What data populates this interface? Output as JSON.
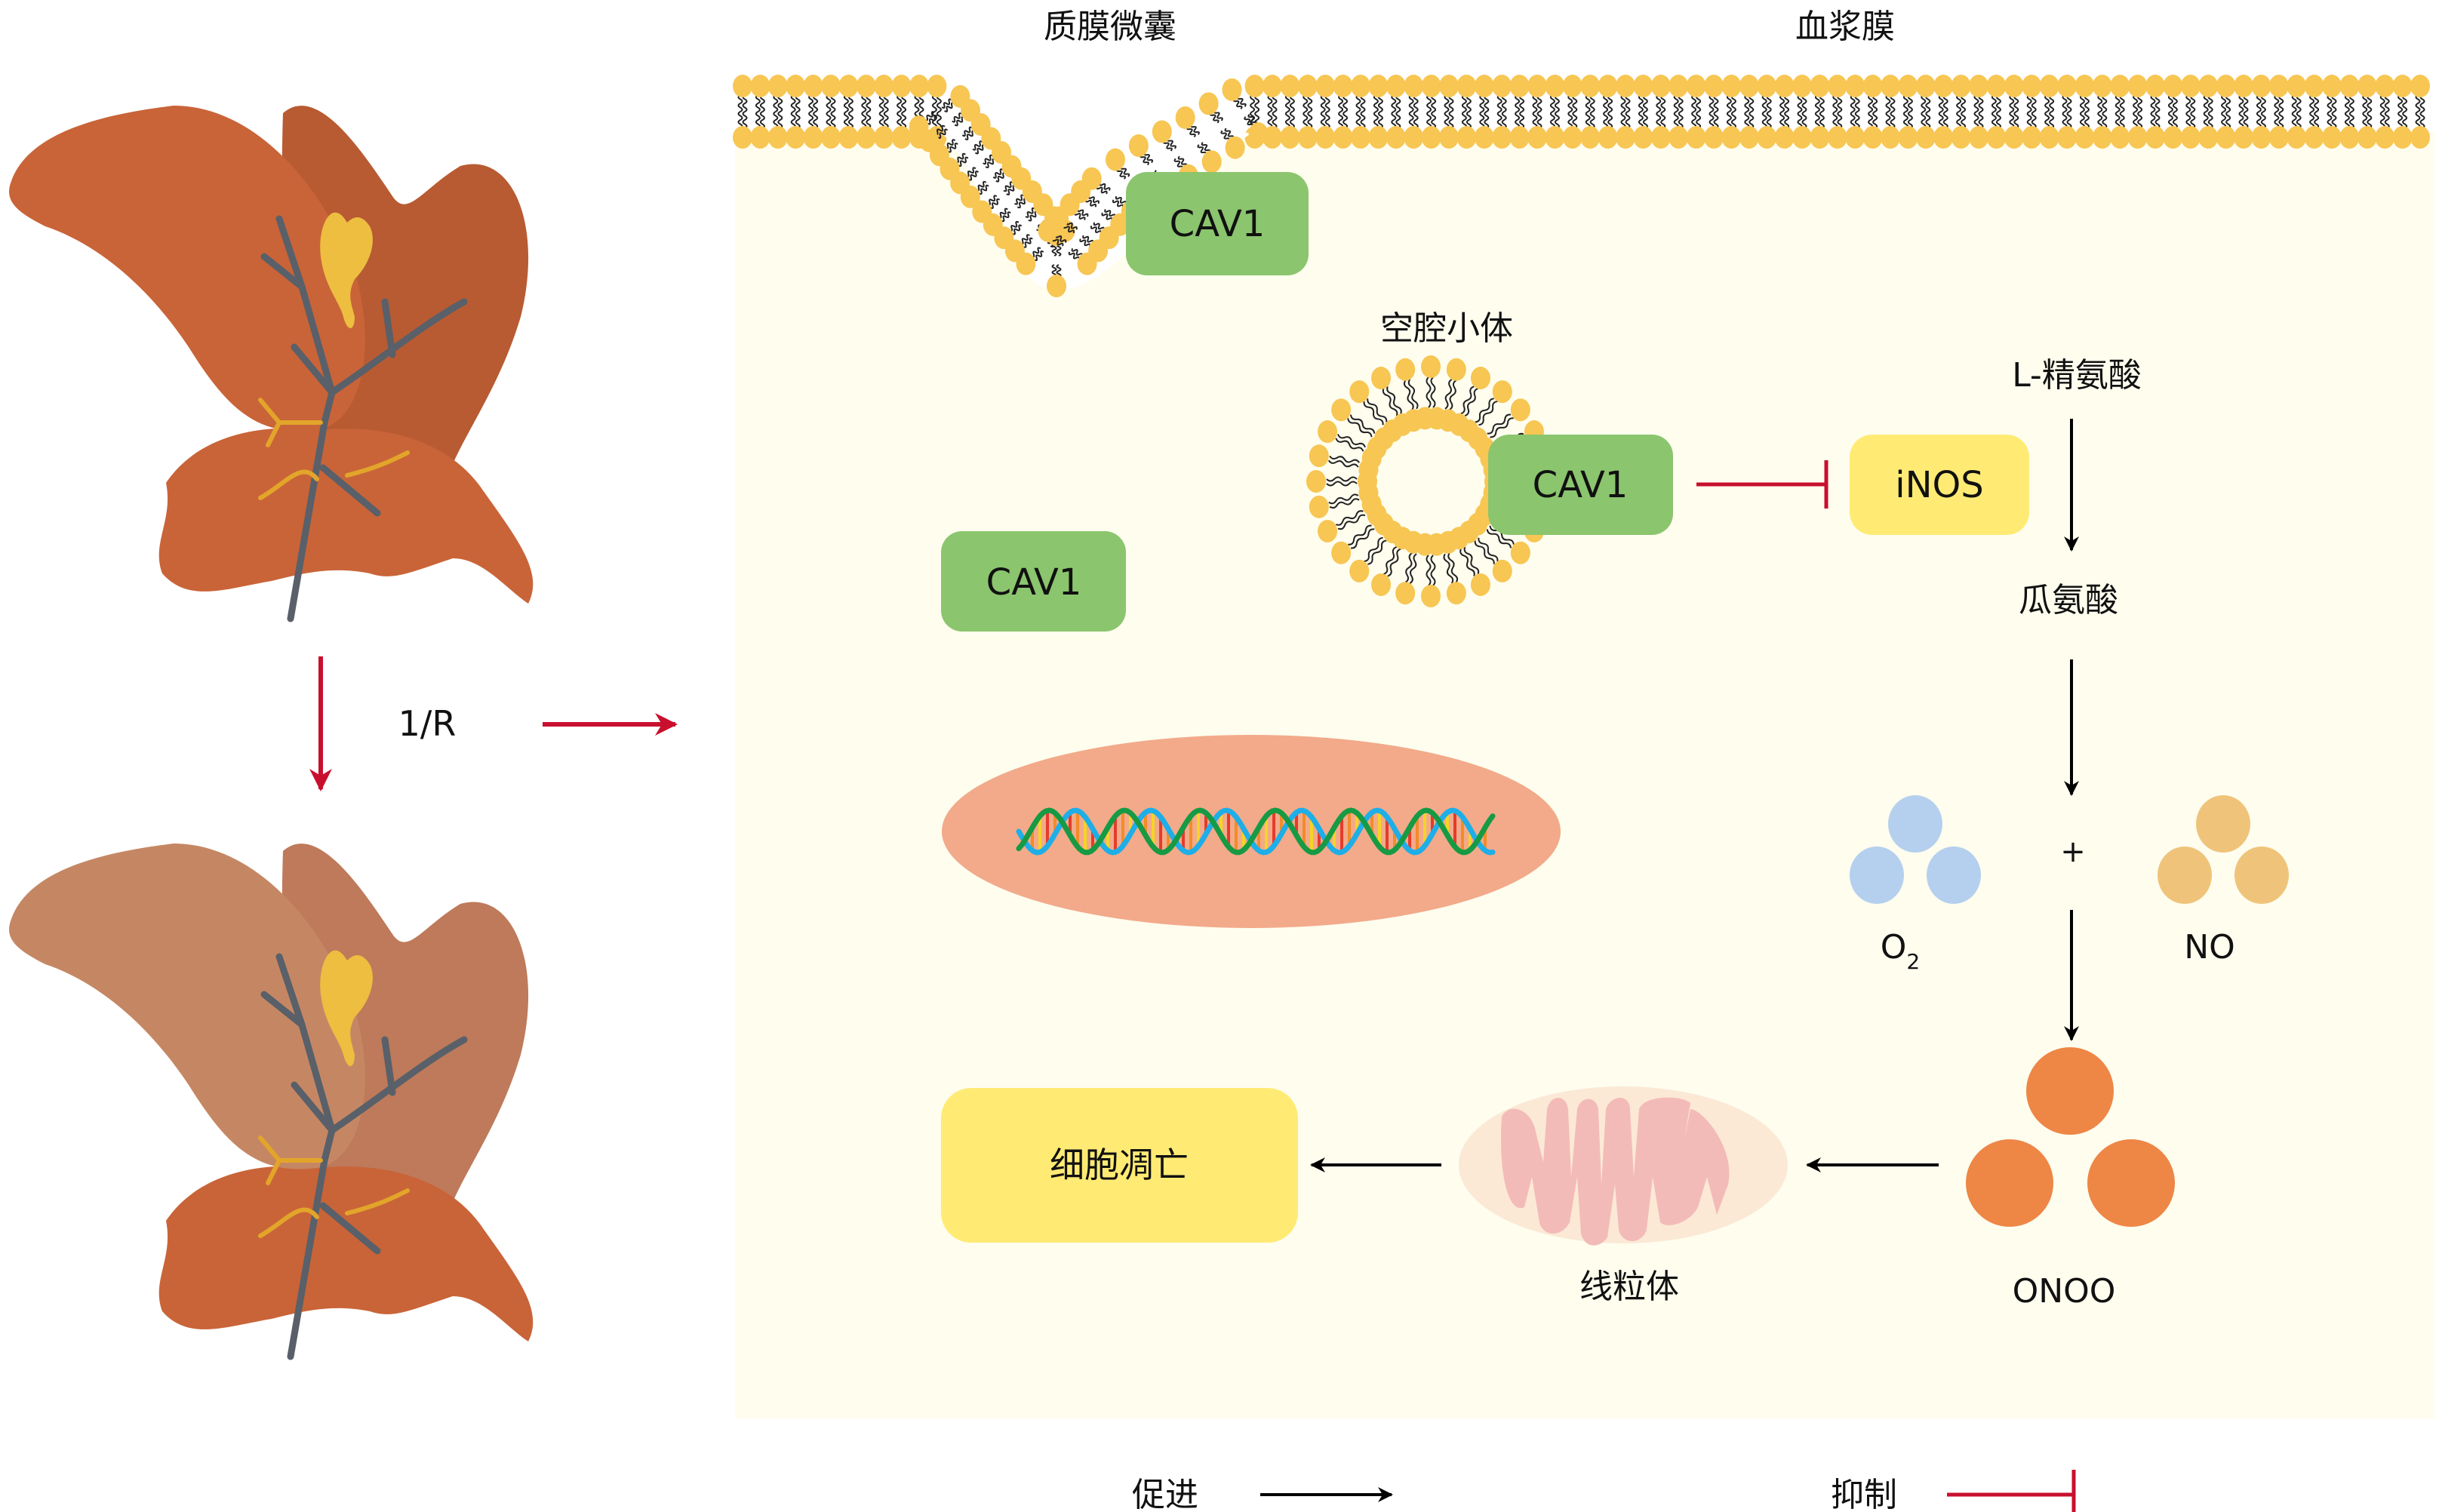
{
  "labels": {
    "caveolae": "质膜微囊",
    "plasma_membrane": "血浆膜",
    "caveosome": "空腔小体",
    "l_arginine": "L-精氨酸",
    "citrulline": "瓜氨酸",
    "o2": "O",
    "o2_sub": "2",
    "no": "NO",
    "plus": "+",
    "onoo": "ONOO",
    "mitochondria": "线粒体",
    "apoptosis": "细胞凋亡",
    "ir": "1/R"
  },
  "proteins": {
    "cav1_membrane": "CAV1",
    "cav1_vesicle": "CAV1",
    "cav1_cytoplasm": "CAV1",
    "inos": "iNOS"
  },
  "legend": {
    "promote": "促进",
    "inhibit": "抑制"
  },
  "colors": {
    "cell_bg": "#FEFDEE",
    "lipid_head": "#F7C653",
    "cav1": "#8BC56E",
    "inos": "#FFEB74",
    "apoptosis": "#FFEB74",
    "nucleus": "#F2AA8A",
    "inhibit": "#C8102E",
    "o2": "#B5D0EE",
    "no": "#EFC47A",
    "onoo": "#EE8646",
    "mito_outer": "#FBE9D5",
    "mito_inner": "#F3BBB8",
    "liver_healthy_a": "#C96438",
    "liver_healthy_b": "#B85B32",
    "liver_injured_a": "#C58763",
    "liver_injured_b": "#BE7A5A",
    "gallbladder": "#EDBE40",
    "vessel": "#596069"
  }
}
